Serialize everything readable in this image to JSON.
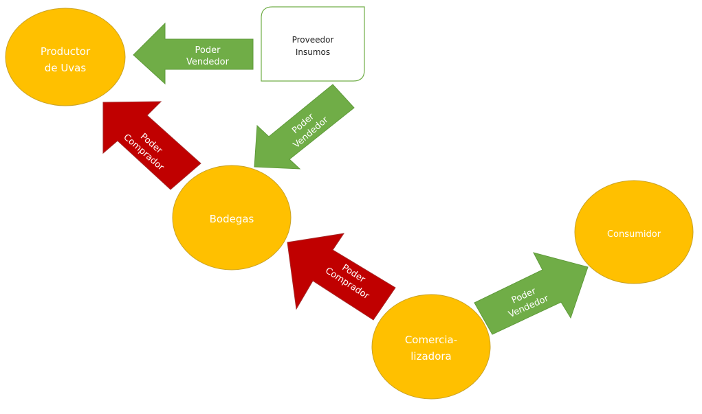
{
  "diagram": {
    "colors": {
      "node_fill": "#FFC000",
      "node_stroke": "#C9A227",
      "seller_arrow": "#70AD47",
      "buyer_arrow": "#C00000",
      "box_stroke": "#70AD47",
      "box_fill": "#FFFFFF"
    },
    "nodes": {
      "productor": {
        "line1": "Productor",
        "line2": "de Uvas"
      },
      "proveedor": {
        "line1": "Proveedor",
        "line2": "Insumos"
      },
      "bodegas": {
        "line1": "Bodegas"
      },
      "comercializadora": {
        "line1": "Comercia-",
        "line2": "lizadora"
      },
      "consumidor": {
        "line1": "Consumidor"
      }
    },
    "edges": [
      {
        "id": "proveedor-to-productor",
        "type": "seller",
        "line1": "Poder",
        "line2": "Vendedor",
        "from": "Proveedor Insumos",
        "to": "Productor de Uvas"
      },
      {
        "id": "bodegas-to-productor",
        "type": "buyer",
        "line1": "Poder",
        "line2": "Comprador",
        "from": "Bodegas",
        "to": "Productor de Uvas"
      },
      {
        "id": "proveedor-to-bodegas",
        "type": "seller",
        "line1": "Poder",
        "line2": "Vendedor",
        "from": "Proveedor Insumos",
        "to": "Bodegas"
      },
      {
        "id": "comercializadora-to-bodegas",
        "type": "buyer",
        "line1": "Poder",
        "line2": "Comprador",
        "from": "Comercializadora",
        "to": "Bodegas"
      },
      {
        "id": "comercializadora-to-consumidor",
        "type": "seller",
        "line1": "Poder",
        "line2": "Vendedor",
        "from": "Comercializadora",
        "to": "Consumidor"
      }
    ]
  }
}
